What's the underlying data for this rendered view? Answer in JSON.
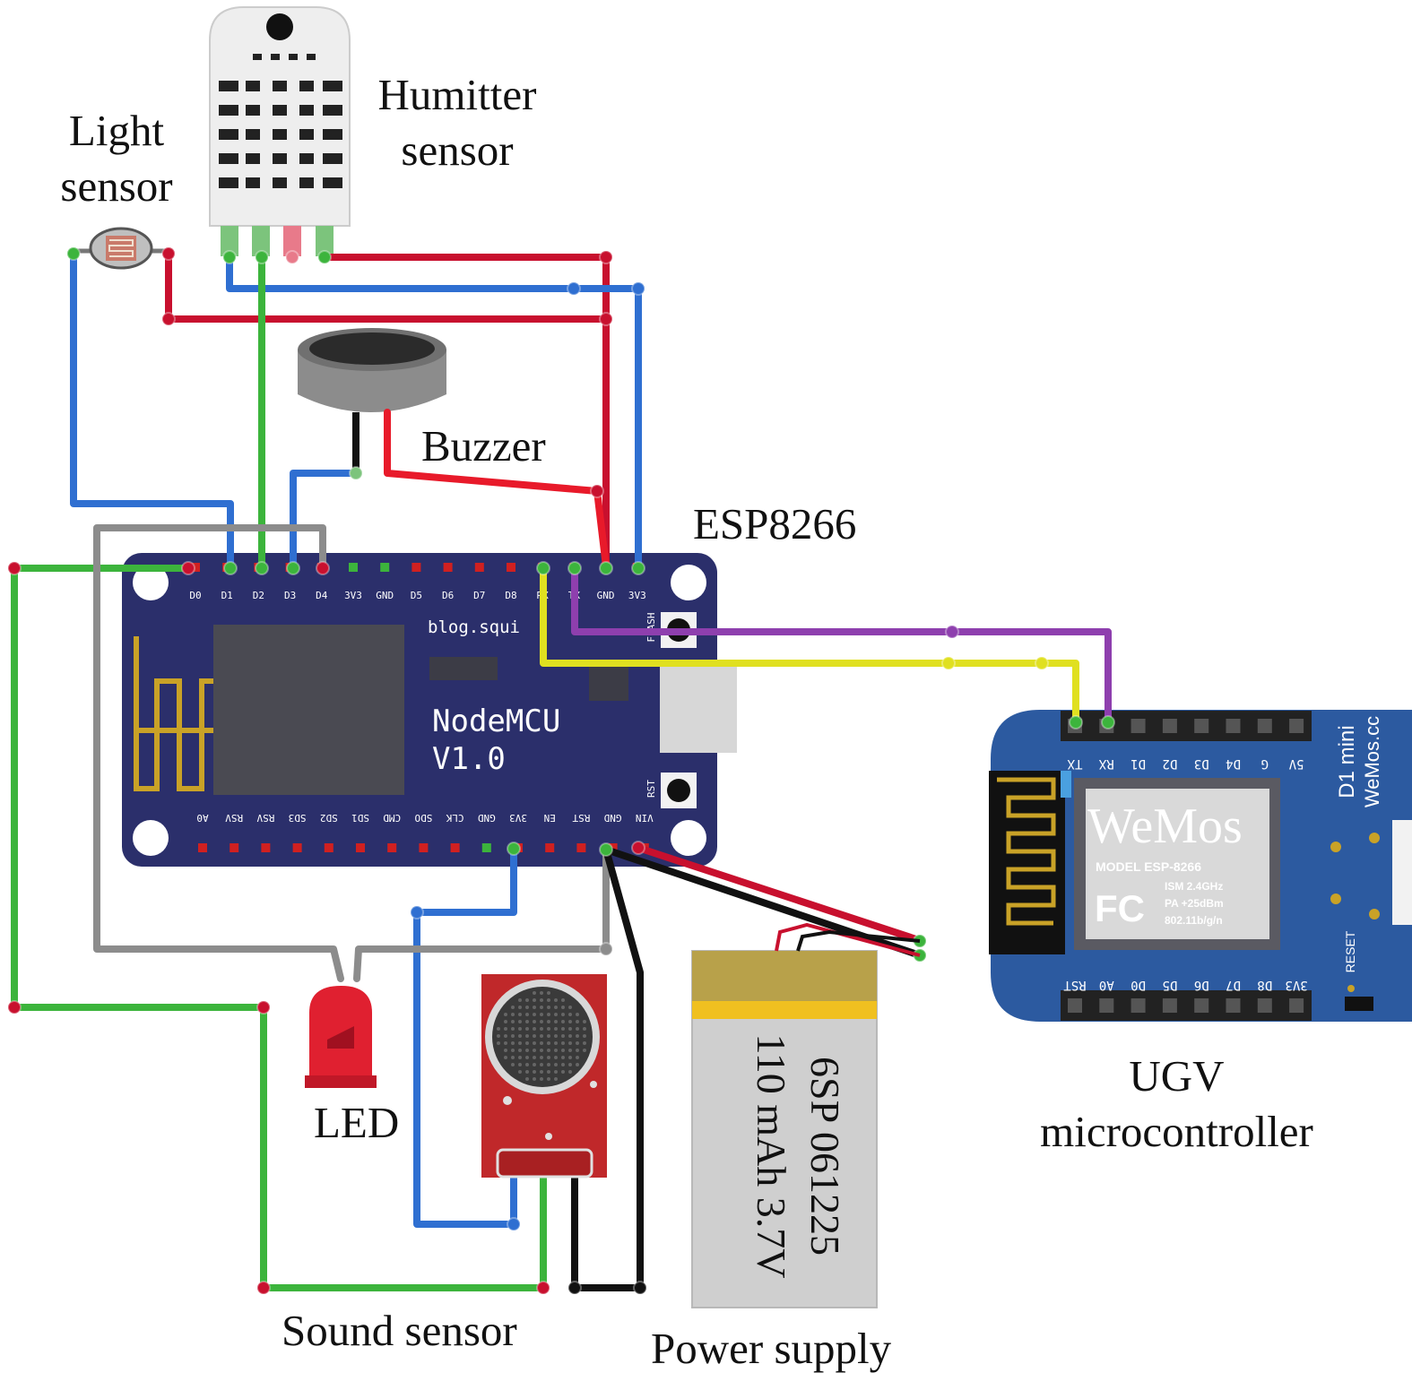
{
  "labels": {
    "light_sensor": [
      "Light",
      "sensor"
    ],
    "humitter_sensor": [
      "Humitter",
      "sensor"
    ],
    "buzzer": "Buzzer",
    "esp8266": "ESP8266",
    "led": "LED",
    "sound_sensor": "Sound sensor",
    "power_supply": "Power supply",
    "ugv_microcontroller": [
      "UGV",
      "microcontroller"
    ]
  },
  "nodemcu": {
    "name_line1": "NodeMCU",
    "name_line2": "V1.0",
    "blog": "blog.squi",
    "top_pins": [
      "D0",
      "D1",
      "D2",
      "D3",
      "D4",
      "3V3",
      "GND",
      "D5",
      "D6",
      "D7",
      "D8",
      "RX",
      "TX",
      "GND",
      "3V3"
    ],
    "bottom_pins": [
      "A0",
      "RSV",
      "RSV",
      "SD3",
      "SD2",
      "SD1",
      "CMD",
      "SDO",
      "CLK",
      "GND",
      "3V3",
      "EN",
      "RST",
      "GND",
      "VIN"
    ],
    "flash_label": "FLASH",
    "rst_label": "RST"
  },
  "wemos": {
    "top_pins": [
      "TX",
      "RX",
      "D1",
      "D2",
      "D3",
      "D4",
      "G",
      "5V"
    ],
    "bottom_pins": [
      "RST",
      "A0",
      "D0",
      "D5",
      "D6",
      "D7",
      "D8",
      "3V3"
    ],
    "logo": "WeMos",
    "model": "MODEL  ESP-8266",
    "ism": "ISM 2.4GHz",
    "pa": "PA +25dBm",
    "std": "802.11b/g/n",
    "fc": "FC",
    "side1": "D1 mini",
    "side2": "WeMos.cc",
    "reset": "RESET"
  },
  "battery": {
    "line1": "6SP 061225",
    "line2": "110 mAh 3.7V"
  },
  "colors": {
    "board_blue": "#2b2f6b",
    "wemos_blue": "#2c5aa0",
    "wire_red": "#c8102e",
    "wire_blue": "#2f6fd1",
    "wire_green": "#3cb43c",
    "wire_gray": "#8c8c8c",
    "wire_yellow": "#e0e020",
    "wire_purple": "#8e3fae",
    "wire_black": "#111111"
  }
}
